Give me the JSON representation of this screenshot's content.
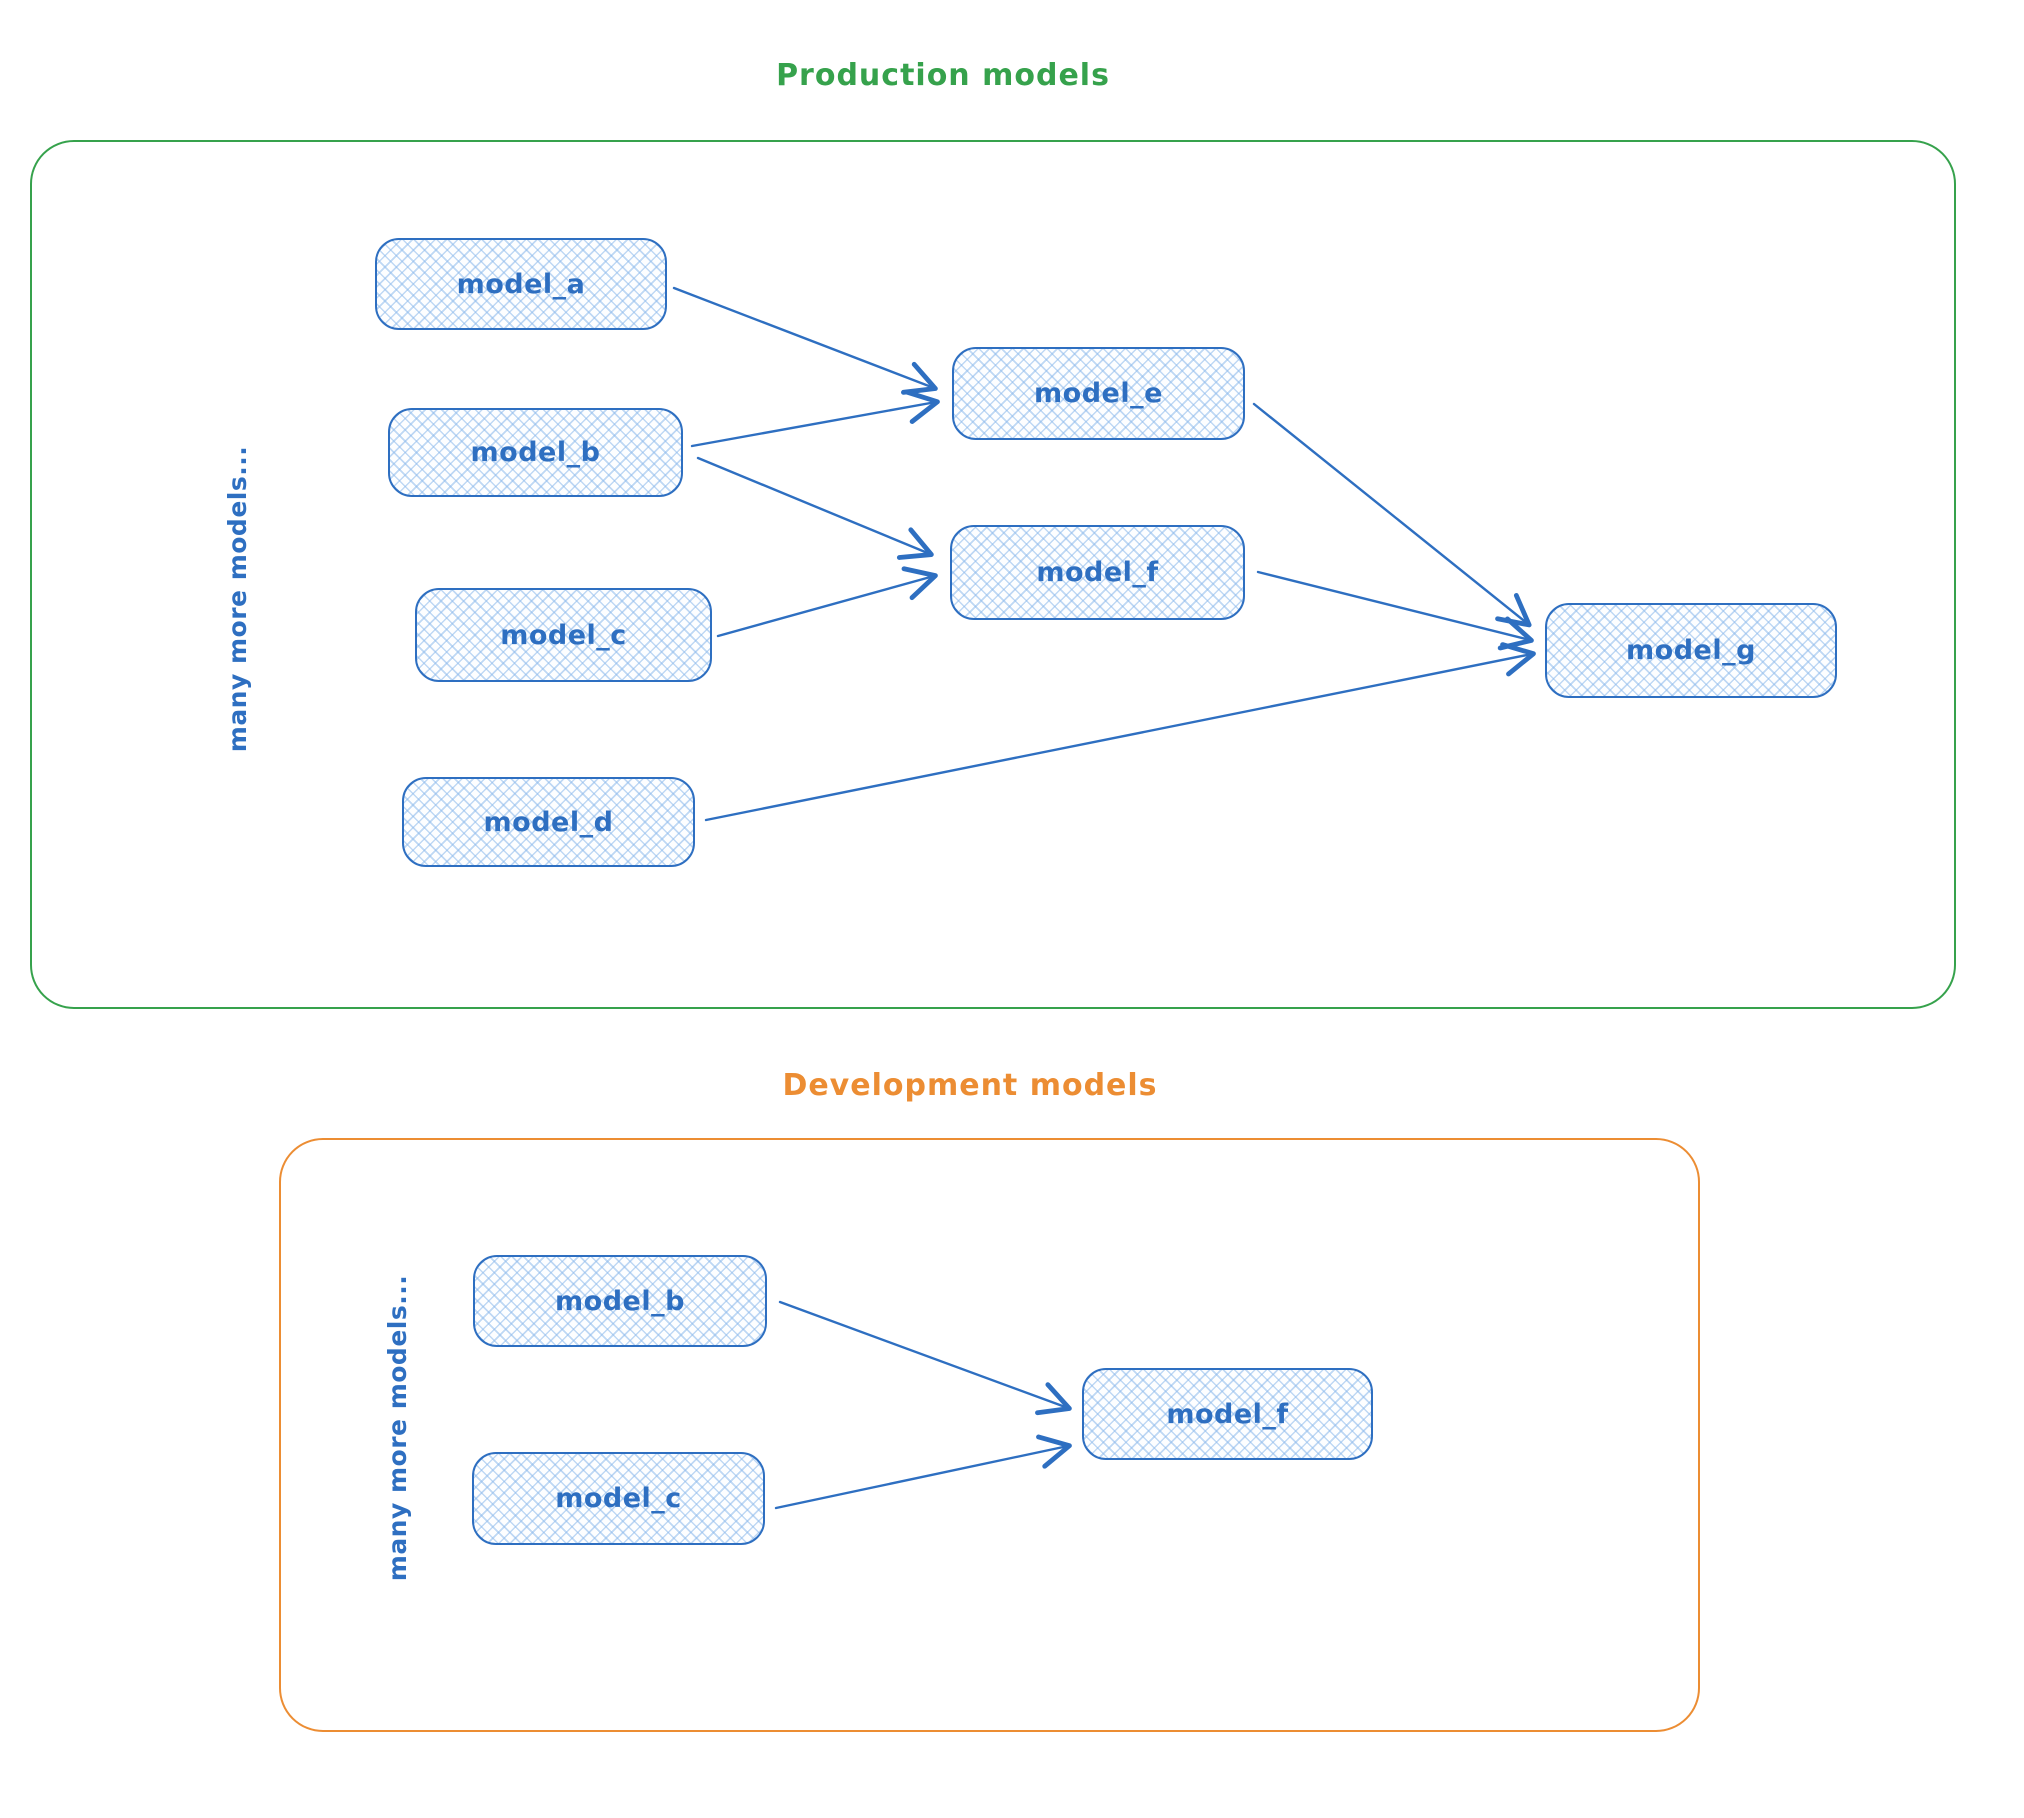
{
  "palette": {
    "node_stroke_blue": "#2e6fc1",
    "node_fill_blue": "#eef6ff",
    "production_accent_green": "#36a24c",
    "development_accent_orange": "#ec8d33",
    "background": "#ffffff"
  },
  "sections": [
    {
      "title": "Production models",
      "side_label": "many more models...",
      "nodes": [
        {
          "label": "model_a"
        },
        {
          "label": "model_b"
        },
        {
          "label": "model_c"
        },
        {
          "label": "model_d"
        },
        {
          "label": "model_e"
        },
        {
          "label": "model_f"
        },
        {
          "label": "model_g"
        }
      ],
      "edges": [
        {
          "from": "model_a",
          "to": "model_e"
        },
        {
          "from": "model_b",
          "to": "model_e"
        },
        {
          "from": "model_b",
          "to": "model_f"
        },
        {
          "from": "model_c",
          "to": "model_f"
        },
        {
          "from": "model_d",
          "to": "model_g"
        },
        {
          "from": "model_e",
          "to": "model_g"
        },
        {
          "from": "model_f",
          "to": "model_g"
        }
      ]
    },
    {
      "title": "Development models",
      "side_label": "many more models...",
      "nodes": [
        {
          "label": "model_b"
        },
        {
          "label": "model_c"
        },
        {
          "label": "model_f"
        }
      ],
      "edges": [
        {
          "from": "model_b",
          "to": "model_f"
        },
        {
          "from": "model_c",
          "to": "model_f"
        }
      ]
    }
  ]
}
